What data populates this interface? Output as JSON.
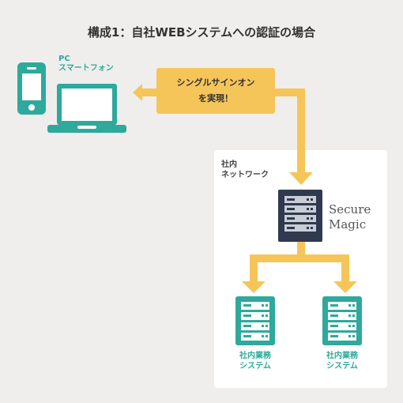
{
  "title": "構成1：自社WEBシステムへの認証の場合",
  "devices": {
    "label_line1": "PC",
    "label_line2": "スマートフォン"
  },
  "sso": {
    "line1": "シングルサインオン",
    "line2": "を実現！"
  },
  "intranet": {
    "line1": "社内",
    "line2": "ネットワーク"
  },
  "secure_magic": {
    "line1": "Secure",
    "line2": "Magic"
  },
  "systems": [
    {
      "line1": "社内業務",
      "line2": "システム"
    },
    {
      "line1": "社内業務",
      "line2": "システム"
    }
  ],
  "colors": {
    "background": "#efeeec",
    "accent_arrow": "#f6c55a",
    "teal": "#2ea99c",
    "server_dark": "#2f3a4e"
  },
  "icons": [
    "smartphone-icon",
    "laptop-icon",
    "server-icon",
    "business-server-icon"
  ]
}
